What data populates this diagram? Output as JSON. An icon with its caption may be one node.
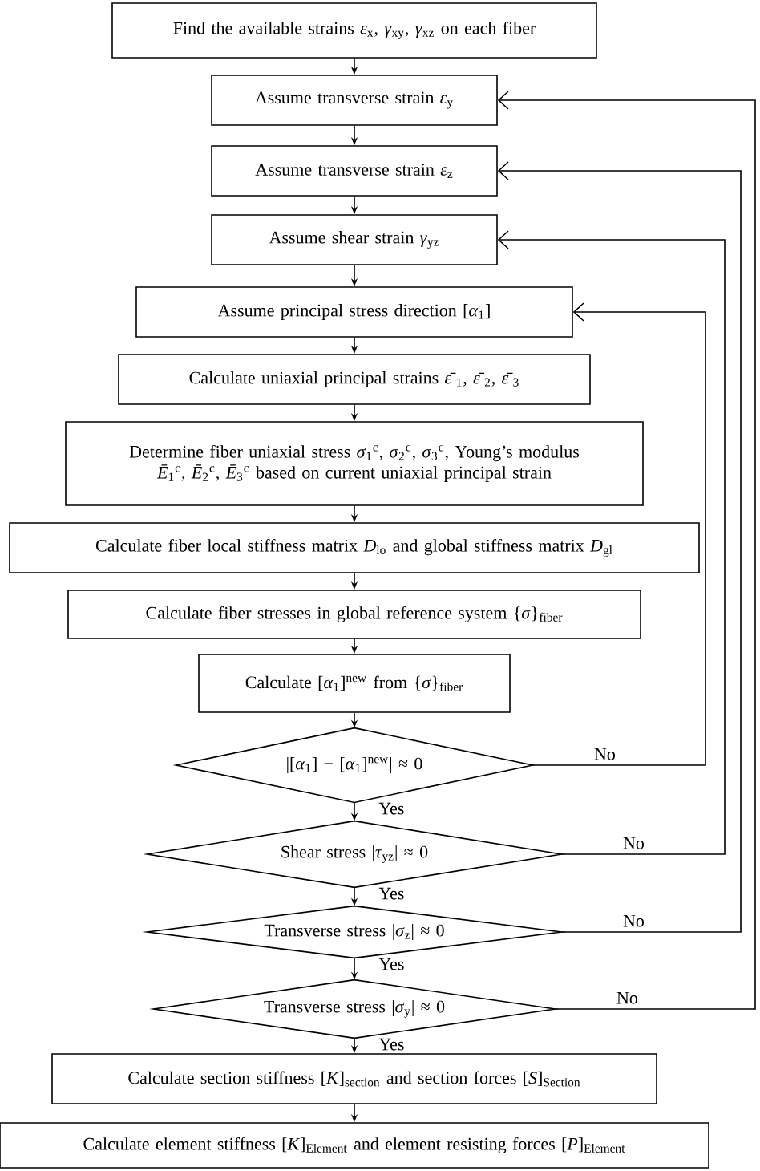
{
  "diagram": {
    "nodes": [
      {
        "text": [
          "Find the available strains *ε*$_{x}$, *γ*$_{xy}$, *γ*$_{xz}$ on each fiber"
        ]
      },
      {
        "text": [
          "Assume transverse strain *ε*$_{y}$"
        ]
      },
      {
        "text": [
          "Assume transverse strain *ε*$_{z}$"
        ]
      },
      {
        "text": [
          "Assume shear strain *γ*$_{yz}$"
        ]
      },
      {
        "text": [
          "Assume principal stress direction [*α*$_{1}$]"
        ]
      },
      {
        "text": [
          "Calculate uniaxial principal strains *ε̄*$_{1}$, *ε̄*$_{2}$, *ε̄*$_{3}$"
        ]
      },
      {
        "text": [
          "Determine fiber uniaxial stress *σ*$_{1}$$^{c}$, *σ*$_{2}$$^{c}$, *σ*$_{3}$$^{c}$, Young’s modulus *Ē*$_{1}$$^{c}$, *Ē*$_{2}$$^{c}$, *Ē*$_{3}$$^{c}$ based on current uniaxial principal strain"
        ]
      },
      {
        "text": [
          "Calculate fiber local stiffness matrix *D*$_{lo}$ and global stiffness matrix *D*$_{gl}$"
        ]
      },
      {
        "text": [
          "Calculate fiber stresses in global reference system {*σ*}$_{fiber}$"
        ]
      },
      {
        "text": [
          "Calculate [*α*$_{1}$]$^{new}$ from {*σ*}$_{fiber}$"
        ]
      },
      {
        "text": [
          "|[*α*$_{1}$] − [*α*$_{1}$]$^{new}$| ≈ 0"
        ]
      },
      {
        "text": [
          "Shear stress |*τ*$_{yz}$| ≈ 0"
        ]
      },
      {
        "text": [
          "Transverse stress |*σ*$_{z}$| ≈ 0"
        ]
      },
      {
        "text": [
          "Transverse stress |*σ*$_{y}$| ≈ 0"
        ]
      },
      {
        "text": [
          "Calculate section stiffness [*K*]$_{section}$ and section forces [*S*]$_{Section}$"
        ]
      },
      {
        "text": [
          "Calculate element stiffness [*K*]$_{Element}$ and element resisting forces [*P*]$_{Element}$"
        ]
      }
    ],
    "edges": [
      {
        "from": 0,
        "to": 1,
        "arrow": "to"
      },
      {
        "from": 1,
        "to": 2,
        "arrow": "to"
      },
      {
        "from": 2,
        "to": 3,
        "arrow": "to"
      },
      {
        "from": 3,
        "to": 4,
        "arrow": "to"
      },
      {
        "from": 4,
        "to": 5,
        "arrow": "to"
      },
      {
        "from": 5,
        "to": 6,
        "arrow": "to"
      },
      {
        "from": 6,
        "to": 7,
        "arrow": "to"
      },
      {
        "from": 7,
        "to": 8,
        "arrow": "to"
      },
      {
        "from": 8,
        "to": 9,
        "arrow": "to"
      },
      {
        "from": 9,
        "to": 10,
        "arrow": "to"
      },
      {
        "from": 10,
        "to": 11,
        "arrow": "to",
        "label": "Yes"
      },
      {
        "from": 11,
        "to": 12,
        "arrow": "to",
        "label": "Yes"
      },
      {
        "from": 12,
        "to": 13,
        "arrow": "to",
        "label": "Yes"
      },
      {
        "from": 13,
        "to": 14,
        "arrow": "to",
        "label": "Yes"
      },
      {
        "from": 14,
        "to": 15,
        "arrow": "to"
      },
      {
        "from": 10,
        "to": 4,
        "arrow": "to",
        "label": "No"
      },
      {
        "from": 11,
        "to": 3,
        "arrow": "to",
        "label": "No"
      },
      {
        "from": 12,
        "to": 2,
        "arrow": "to",
        "label": "No"
      },
      {
        "from": 13,
        "to": 1,
        "arrow": "to",
        "label": "No"
      }
    ]
  }
}
